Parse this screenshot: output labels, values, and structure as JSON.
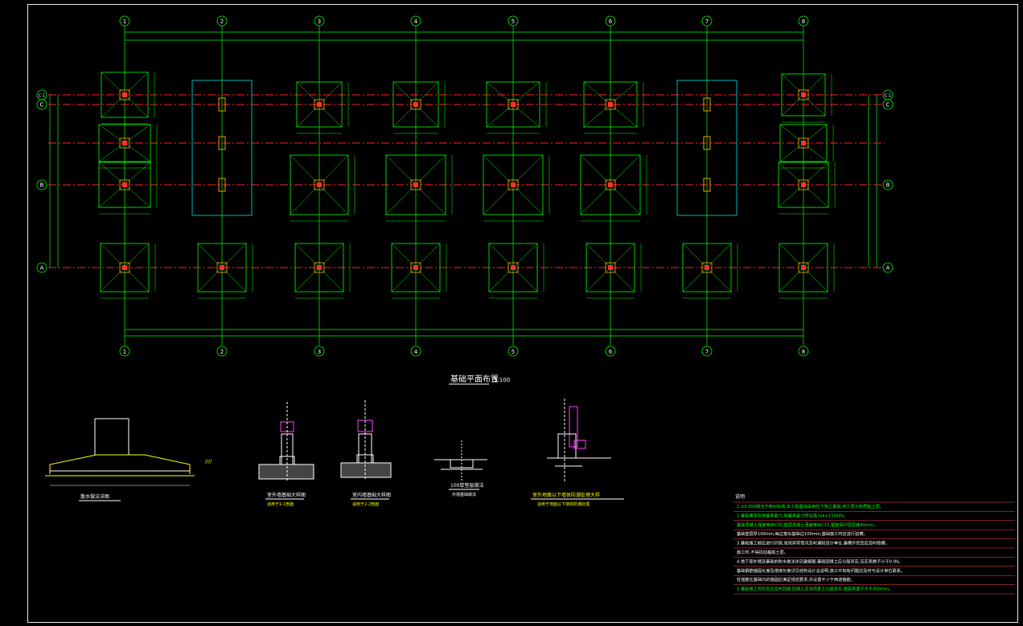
{
  "drawing": {
    "axis_labels_x": [
      "1",
      "2",
      "3",
      "4",
      "5",
      "6",
      "7",
      "8"
    ],
    "axis_labels_y": [
      "C-1",
      "C",
      "B",
      "A"
    ],
    "plan_title": "基础平面布置",
    "plan_scale": "1:100",
    "details": [
      {
        "title": "散水做法详图"
      },
      {
        "title": "室外墙基础大样图",
        "sub": "适用于1-1剖面"
      },
      {
        "title": "室内墙基础大样图",
        "sub": "适用于2-2剖面"
      },
      {
        "title": "100厚垫层做法",
        "sub": "外墙基础做法"
      },
      {
        "title": "室外地面以下墙体防潮处理大样",
        "sub": "适用于地面以下墙体防潮处理"
      }
    ],
    "notes_title": "说明",
    "notes": [
      "1.±0.000相当于绝对标高,本工程基础采用柱下独立基础,持力层为粉质粘土层。",
      "2.基础埋深及地基承载力,地基承载力特征值 fak=150kPa。",
      "  基础混凝土强度等级C30,垫层混凝土强度等级C15,钢筋保护层厚度40mm。",
      "  基础垫层厚100mm,每边宽出基础边100mm,基础施工时应进行验槽。",
      "3.基础施工前应进行钎探,发现异常情况及时通知设计单位,基槽开挖后应及时验槽。",
      "  施工时,不得扰动基底土层。",
      "4.地下室外墙及基础的防水做法详见建施图,基础回填土应分层夯实,压实系数不小于0.94。",
      "  基础钢筋锚固长度及搭接长度详见结构设计总说明,施工中如有问题应及时与设计单位联系。",
      "  柱插筋在基础内的锚固应满足规范要求,并设置不少于两道箍筋。",
      "5.基础施工完毕后应及时回填,回填土应采用素土分层夯实,每层厚度不大于300mm。"
    ]
  },
  "colors": {
    "grid": "#00ff00",
    "axis": "#ff2020",
    "footing": "#00ff00",
    "beam": "#00c8c8",
    "text": "#ffffff",
    "column": "#ff3030",
    "pier": "#ffb000"
  }
}
